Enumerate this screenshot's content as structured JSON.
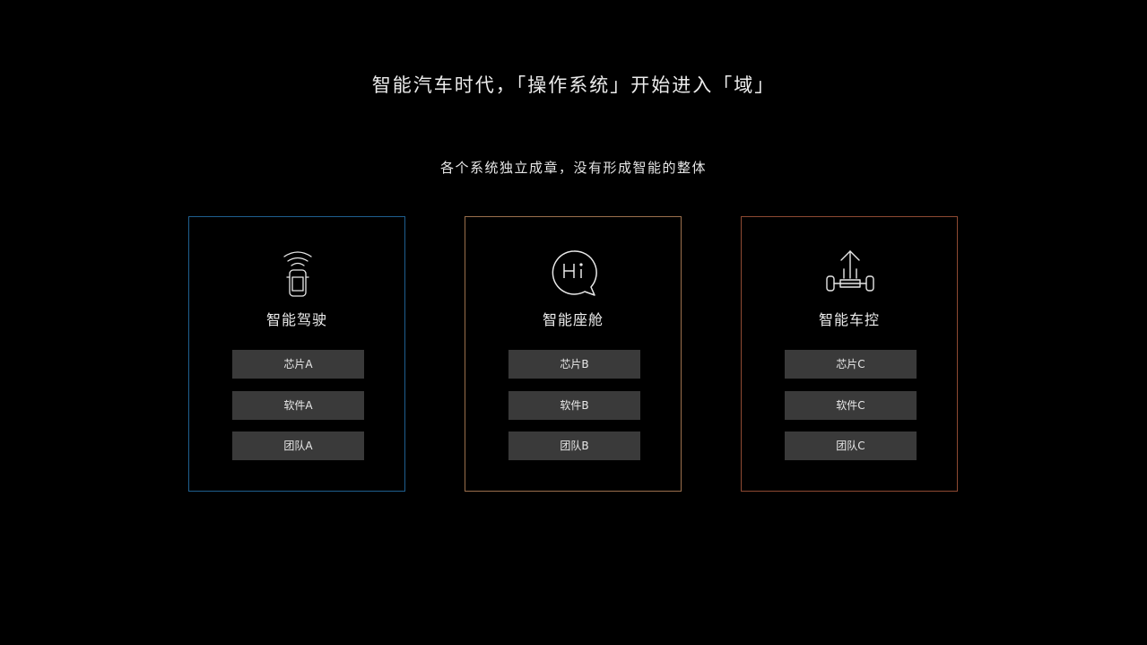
{
  "header": {
    "title": "智能汽车时代，「操作系统」开始进入「域」",
    "subtitle": "各个系统独立成章，没有形成智能的整体"
  },
  "cards": [
    {
      "title": "智能驾驶",
      "icon": "autonomous-car-icon",
      "border_color": "#1f5f8f",
      "items": [
        "芯片A",
        "软件A",
        "团队A"
      ]
    },
    {
      "title": "智能座舱",
      "icon": "hi-speech-bubble-icon",
      "border_color": "#9a6f4c",
      "items": [
        "芯片B",
        "软件B",
        "团队B"
      ]
    },
    {
      "title": "智能车控",
      "icon": "chassis-control-icon",
      "border_color": "#8e4a32",
      "items": [
        "芯片C",
        "软件C",
        "团队C"
      ]
    }
  ]
}
